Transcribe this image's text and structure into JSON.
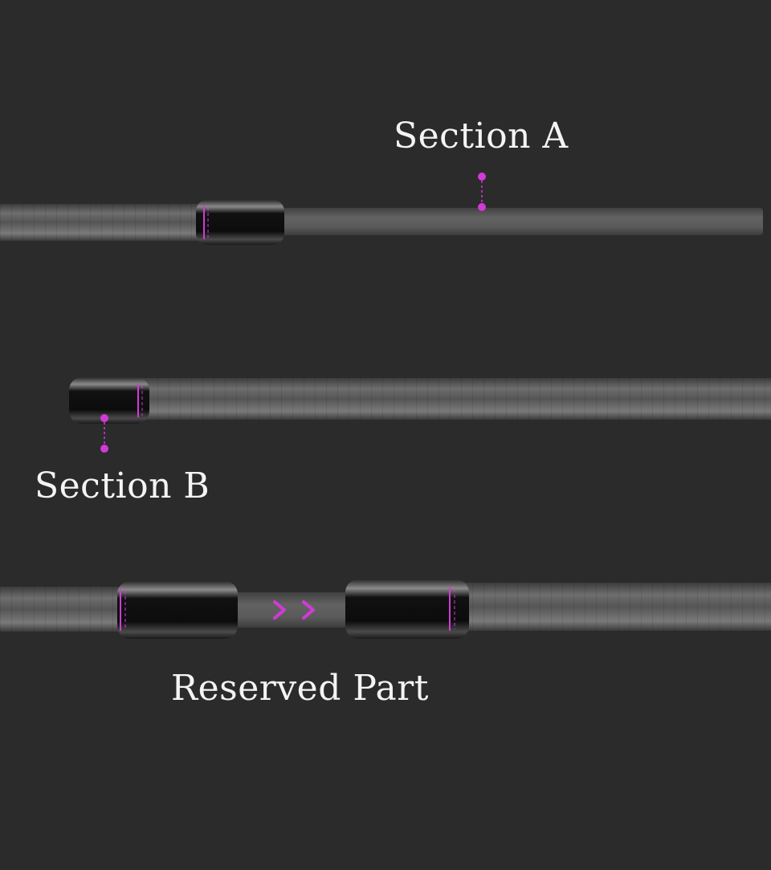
{
  "labels": {
    "section_a": "Section A",
    "section_b": "Section B",
    "reserved_part": "Reserved Part"
  },
  "colors": {
    "background": "#2b2b2b",
    "accent": "#d23ad6",
    "rod": "#5a5a5a",
    "ferrule": "#111111",
    "text": "#f4f4f4"
  },
  "icons": [
    "double-chevron-right-icon"
  ]
}
